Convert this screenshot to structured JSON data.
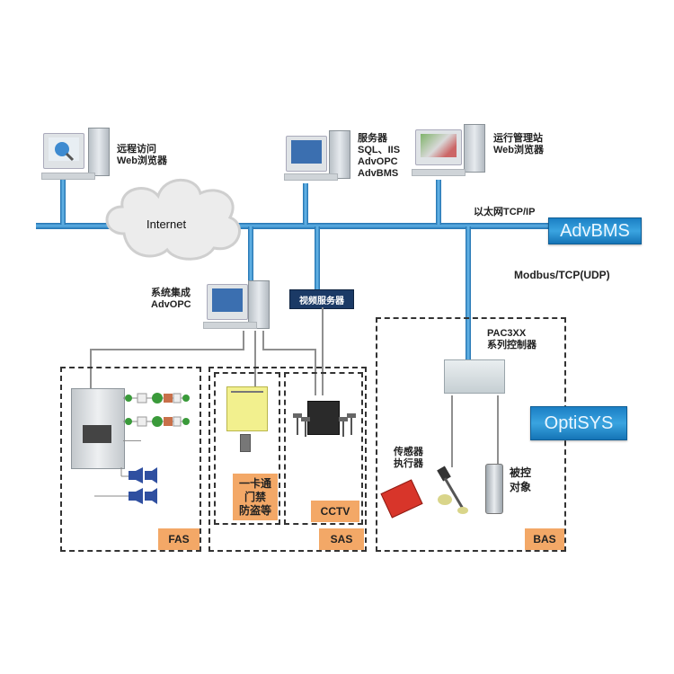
{
  "diagram": {
    "nodes": {
      "remote_access": {
        "label": "远程访问\nWeb浏览器"
      },
      "server": {
        "label": "服务器\nSQL、IIS\nAdvOPC\nAdvBMS"
      },
      "ops_station": {
        "label": "运行管理站\nWeb浏览器"
      },
      "internet": {
        "label": "Internet"
      },
      "ethernet": {
        "label": "以太网TCP/IP"
      },
      "advbms": {
        "label": "AdvBMS"
      },
      "modbus": {
        "label": "Modbus/TCP(UDP)"
      },
      "integration": {
        "label": "系统集成\nAdvOPC"
      },
      "video_server": {
        "label": "视频服务器"
      },
      "controller": {
        "label": "PAC3XX\n系列控制器"
      },
      "optisys": {
        "label": "OptiSYS"
      },
      "sensors": {
        "label": "传感器\n执行器"
      },
      "controlled": {
        "label": "被控\n对象"
      }
    },
    "subsystems": {
      "fas": {
        "label": "FAS"
      },
      "sas": {
        "label": "SAS"
      },
      "access": {
        "label": "一卡通\n门禁\n防盗等"
      },
      "cctv": {
        "label": "CCTV"
      },
      "bas": {
        "label": "BAS"
      }
    },
    "colors": {
      "bus": "#3a9ad9",
      "badge": "#2b8fd1",
      "tag": "#f3a867",
      "video_server_bg": "#1b3a66"
    }
  }
}
